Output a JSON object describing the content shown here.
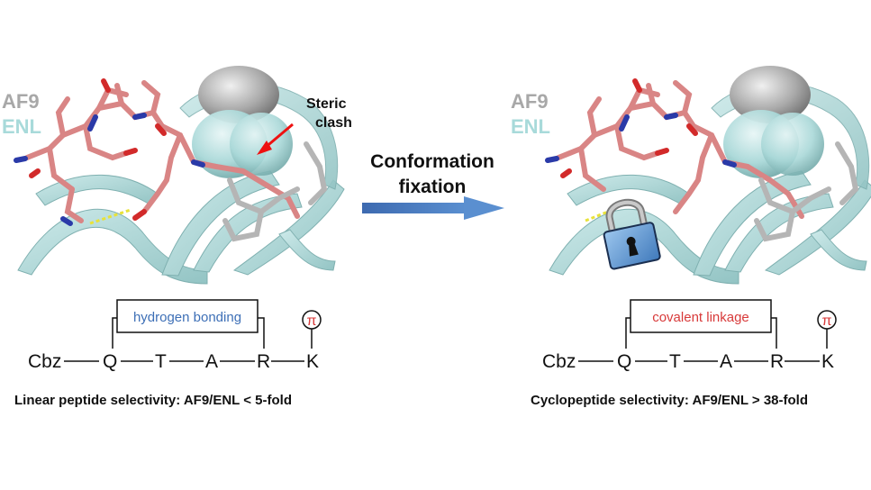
{
  "panels": {
    "left": {
      "legend": {
        "af9": "AF9",
        "enl": "ENL"
      },
      "annotation": "Steric clash",
      "bridge_label": "hydrogen bonding",
      "sequence": [
        "Cbz",
        "Q",
        "T",
        "A",
        "R",
        "K"
      ],
      "pi_symbol": "π",
      "caption": "Linear peptide selectivity: AF9/ENL < 5-fold"
    },
    "right": {
      "legend": {
        "af9": "AF9",
        "enl": "ENL"
      },
      "bridge_label": "covalent linkage",
      "sequence": [
        "Cbz",
        "Q",
        "T",
        "A",
        "R",
        "K"
      ],
      "pi_symbol": "π",
      "caption": "Cyclopeptide selectivity: AF9/ENL > 38-fold"
    }
  },
  "center_arrow": {
    "label_line1": "Conformation",
    "label_line2": "fixation"
  },
  "colors": {
    "af9_gray": "#a8a8a8",
    "enl_cyan": "#a8dada",
    "peptide_salmon": "#d98585",
    "nitrogen_blue": "#2a3aa8",
    "oxygen_red": "#d22a2a",
    "arrow_blue": "#4a78c0",
    "hbond_yellow": "#e8e23a",
    "lock_blue": "#6aa0d8",
    "hbond_text_blue": "#3d6fb6",
    "covalent_text_red": "#d83a3a"
  },
  "icons": [
    "padlock-icon",
    "pi-circle-icon",
    "red-arrow-icon",
    "blue-arrow-icon"
  ]
}
